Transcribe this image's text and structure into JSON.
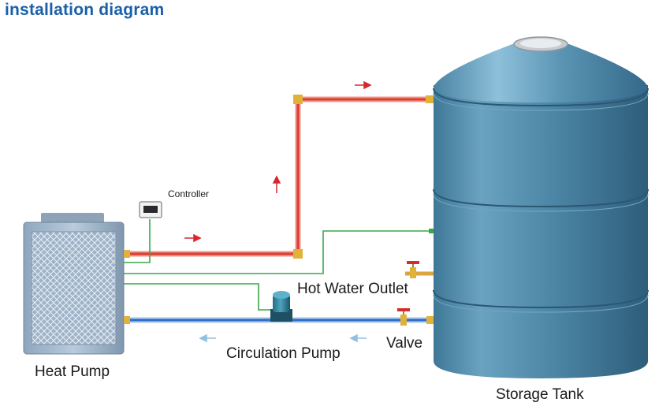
{
  "title": "installation diagram",
  "labels": {
    "controller": "Controller",
    "hot_water_outlet": "Hot Water Outlet",
    "valve": "Valve",
    "circulation_pump": "Circulation Pump",
    "heat_pump": "Heat Pump",
    "storage_tank": "Storage Tank"
  },
  "colors": {
    "title": "#1a5fa8",
    "hot_pipe": "#e23b30",
    "cold_pipe": "#2e6fc8",
    "signal_wire": "#3aa64a",
    "tank": "#4f8aa8",
    "arrow_hot": "#d8262c",
    "arrow_cold": "#8fc0e0",
    "fitting": "#e0b23a"
  },
  "icons": [
    "heat-pump-icon",
    "controller-icon",
    "circulation-pump-icon",
    "valve-icon",
    "storage-tank-icon",
    "flow-arrow-icon"
  ]
}
